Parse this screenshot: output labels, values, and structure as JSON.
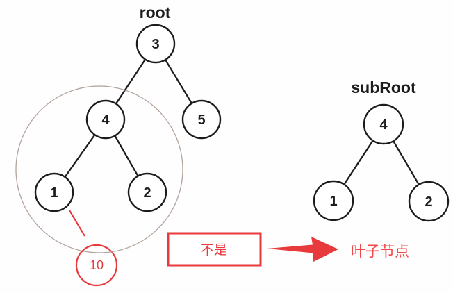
{
  "left_tree": {
    "label": "root",
    "nodes": {
      "n3": "3",
      "n4": "4",
      "n5": "5",
      "n1": "1",
      "n2": "2",
      "n10": "10"
    }
  },
  "right_tree": {
    "label": "subRoot",
    "nodes": {
      "n4": "4",
      "n1": "1",
      "n2": "2"
    }
  },
  "annotation": {
    "verdict": "不是",
    "label": "叶子节点"
  },
  "colors": {
    "accent_red": "#e8393c",
    "highlight_circle": "#b3a39c",
    "node_outline": "#1c1c1c",
    "background": "#fefefe"
  }
}
